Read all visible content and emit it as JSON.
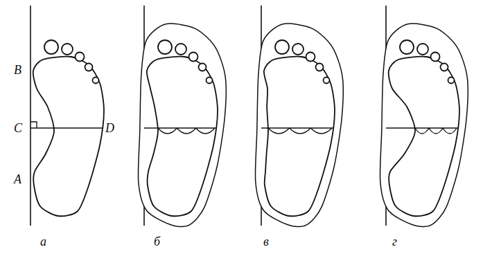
{
  "diagram": {
    "labels": [
      "B",
      "C",
      "D",
      "A",
      "а",
      "б",
      "в",
      "г"
    ]
  }
}
